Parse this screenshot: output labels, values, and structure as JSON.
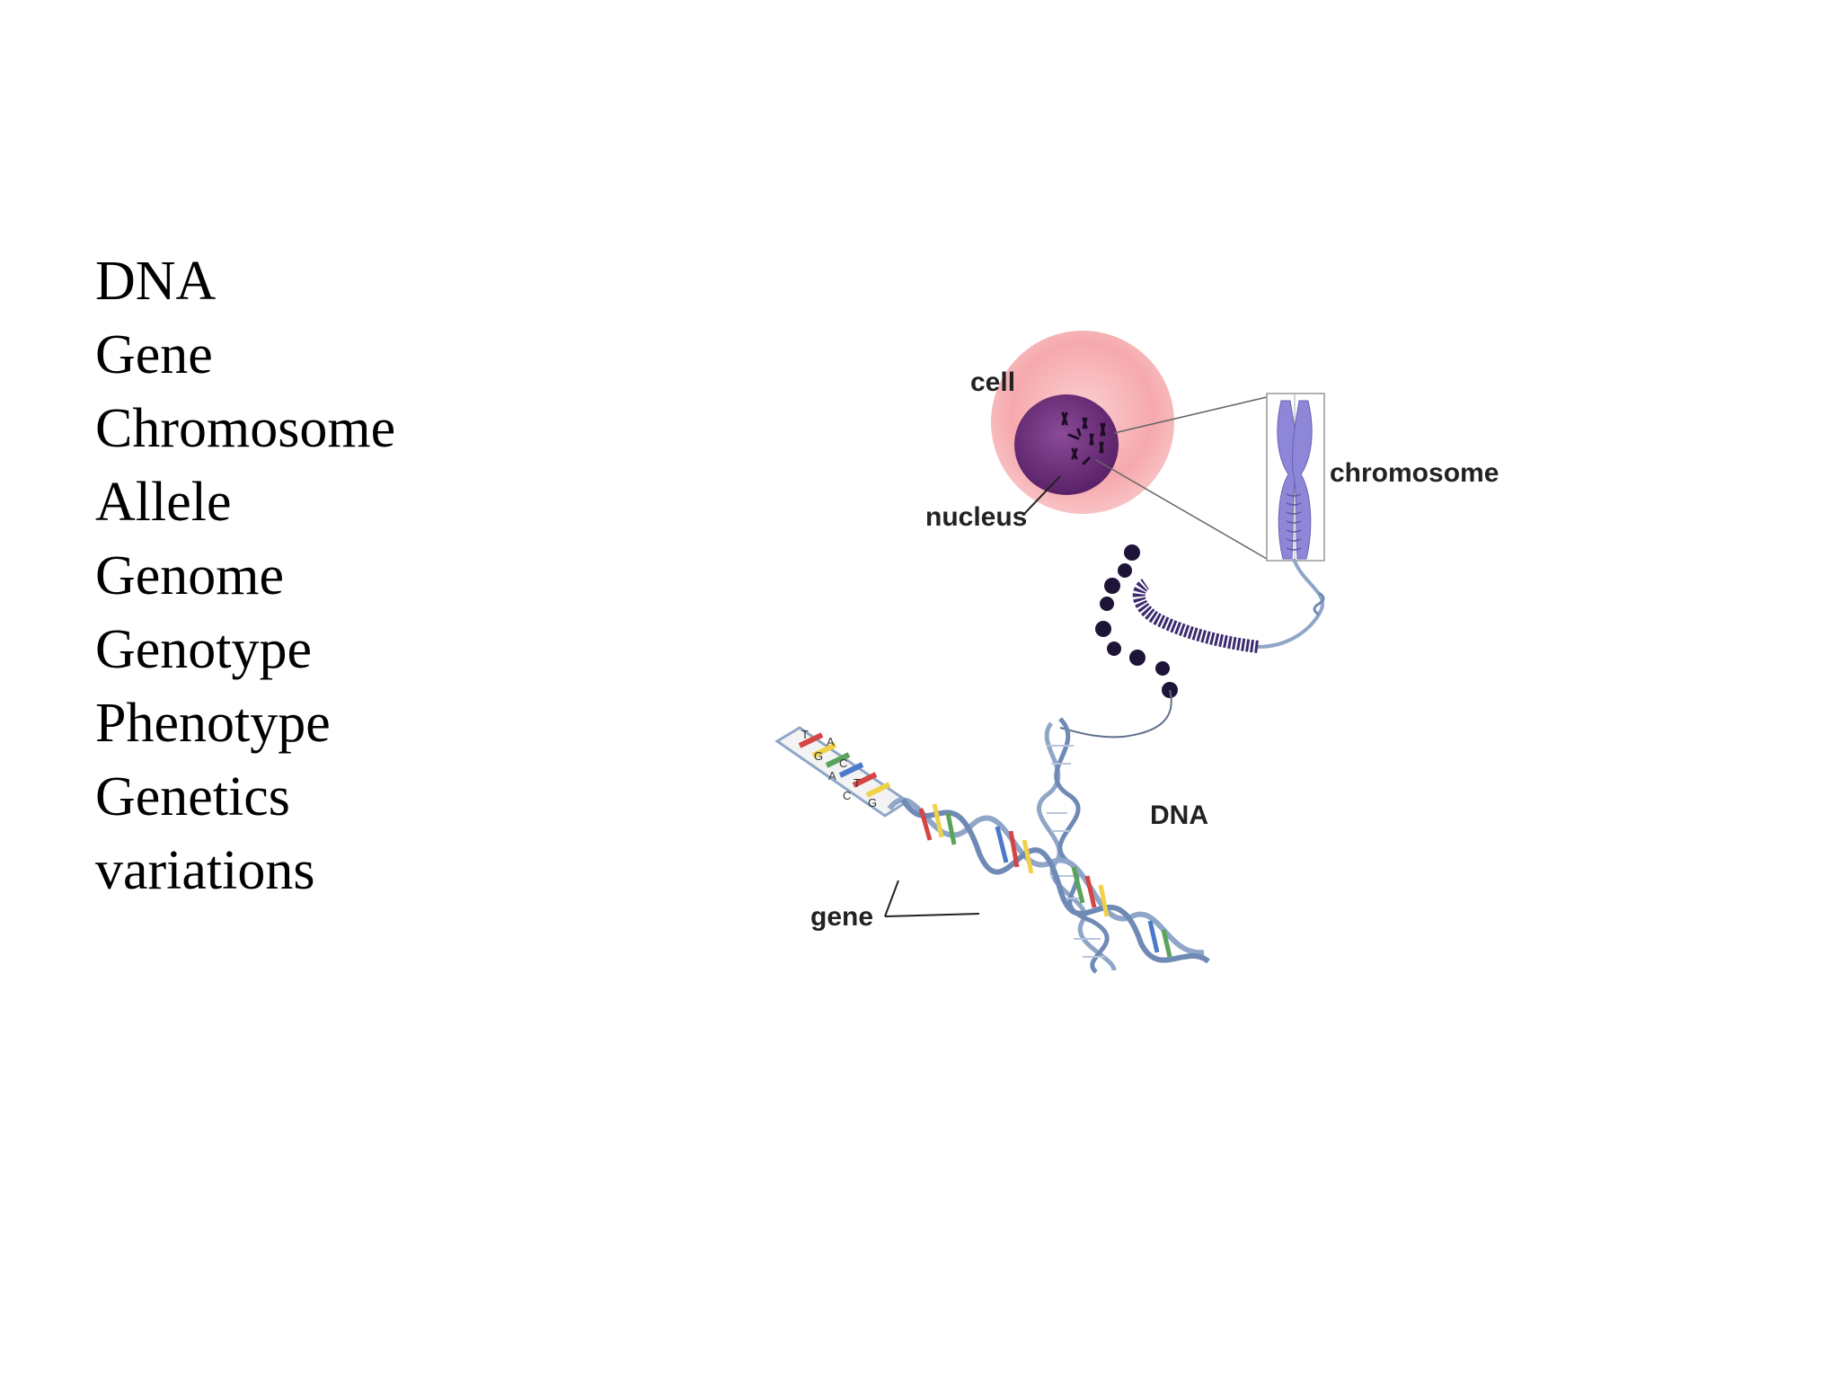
{
  "terms": [
    "DNA",
    "Gene",
    "Chromosome",
    "Allele",
    "Genome",
    "Genotype",
    "Phenotype",
    "Genetics",
    "variations"
  ],
  "diagram": {
    "labels": {
      "cell": "cell",
      "nucleus": "nucleus",
      "chromosome": "chromosome",
      "dna": "DNA",
      "gene": "gene"
    },
    "base_letters": [
      "T",
      "A",
      "G",
      "C",
      "A",
      "T",
      "C",
      "G"
    ]
  },
  "colors": {
    "cell": "#f6a9ad",
    "nucleus": "#6a2b7a",
    "chromosome": "#8e86d6",
    "chromatin": "#3b2a6e",
    "dna_strand": "#8fa6c9",
    "base_pairs": [
      "#d64545",
      "#f0d24a",
      "#5aa35a",
      "#4a7ac9"
    ]
  }
}
